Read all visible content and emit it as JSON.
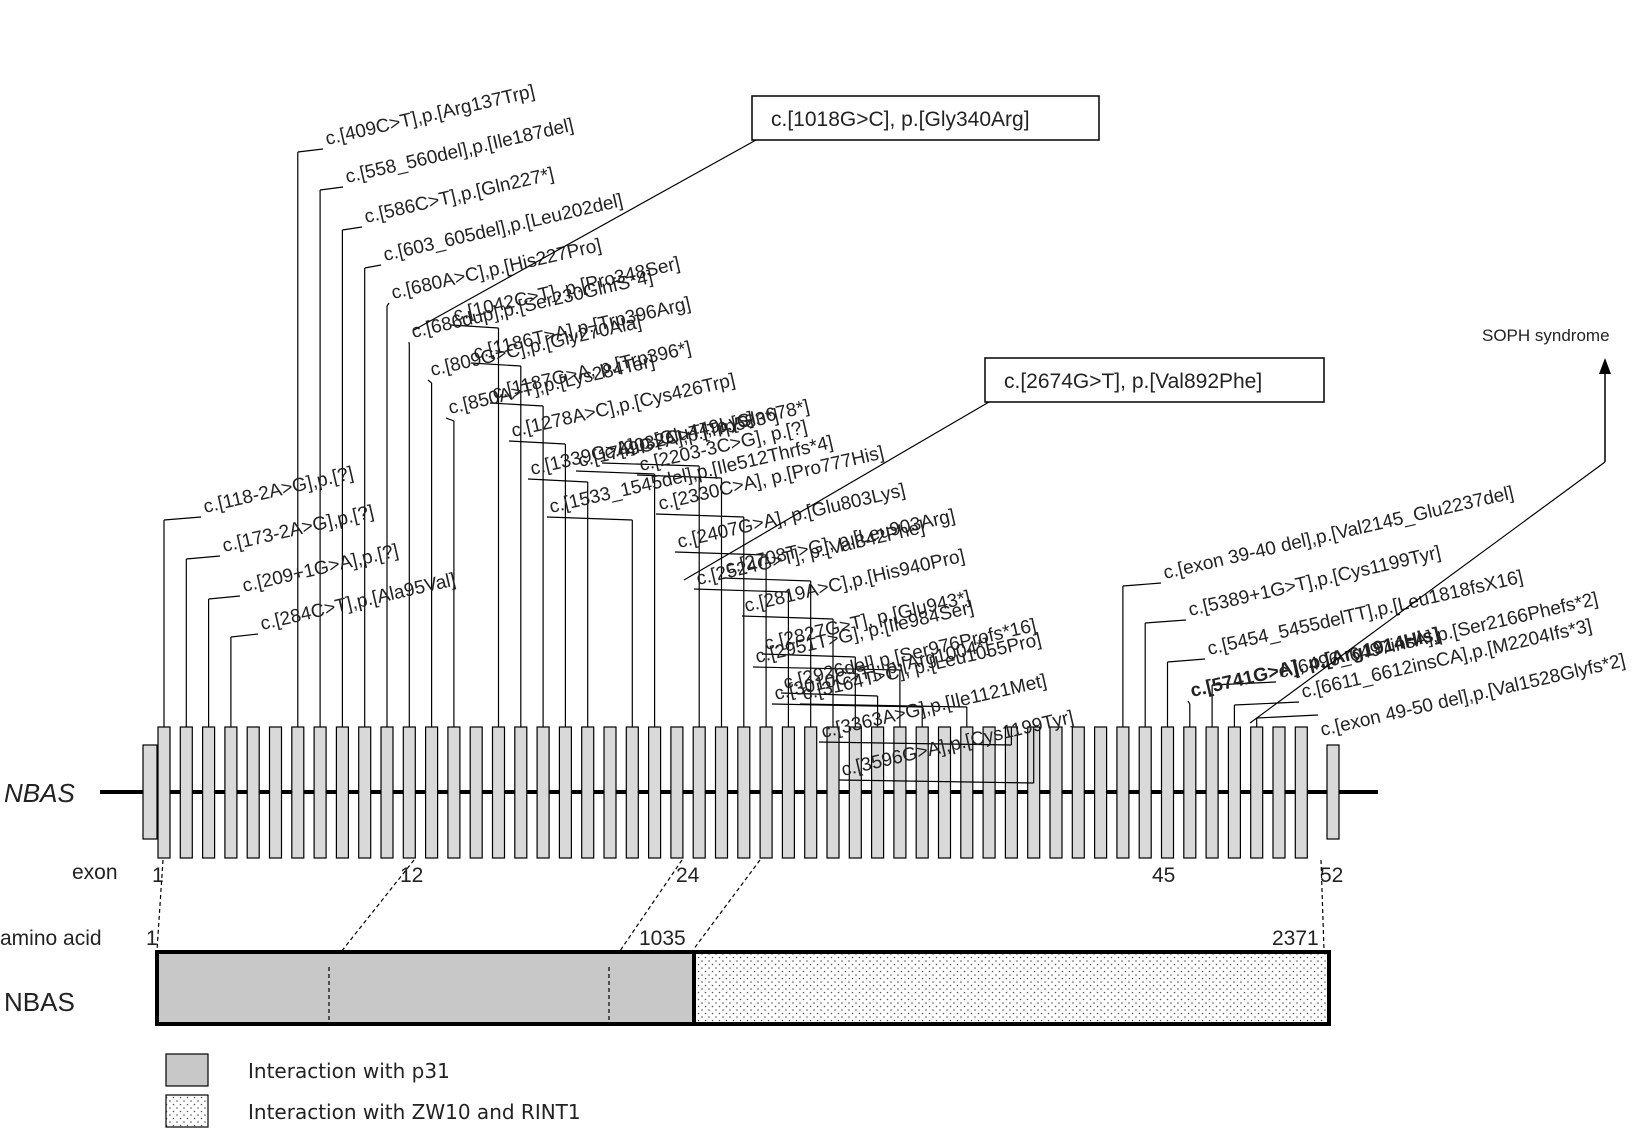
{
  "gene": {
    "name": "NBAS",
    "exon_label": "exon",
    "exon_numbers": [
      "1",
      "12",
      "24",
      "45",
      "52"
    ]
  },
  "protein": {
    "name": "NBAS",
    "aa_label": "amino acid",
    "aa_numbers": [
      "1",
      "1035",
      "2371"
    ]
  },
  "highlighted_variants": [
    "c.[1018G>C], p.[Gly340Arg]",
    "c.[2674G>T], p.[Val892Phe]"
  ],
  "soph": "SOPH syndrome",
  "mutations_left": [
    "c.[118-2A>G],p.[?]",
    "c.[173-2A>G],p.[?]",
    "c.[209+1G>A],p.[?]",
    "c.[284C>T],p.[Ala95Val]",
    "c.[409C>T],p.[Arg137Trp]",
    "c.[558_560del],p.[Ile187del]",
    "c.[586C>T],p.[Gln227*]",
    "c.[603_605del],p.[Leu202del]",
    "c.[680A>C],p.[His227Pro]",
    "c.[686dup],p.[Ser230GlnfS*4]",
    "c.[809G>C],p.[Gly270Ala]",
    "c.[850A>T],p.[Lys284Ter]",
    "c.[1042C>T], p.[Pro348Ser]",
    "c.[1186T>A],p.[Trp396Arg]",
    "c.[1187G>A, p.[Trp396*]",
    "c.[1278A>C],p.[Cys426Trp]",
    "c.[1339G>A],p.[Glu449Lys]",
    "c.[1533_1545del],p.[Ile512Thrfs*4]",
    "c.[1749G>A],p.[Trp583*]",
    "c.[2032C>T], p.[Gln678*]",
    "c.[2203-3C>G], p.[?]",
    "c.[2330C>A], p.[Pro777His]",
    "c.[2407G>A], p.[Glu803Lys]",
    "c.[2524G>T], p.[Val842Phe]",
    "c.[2708T>G], p.[Leu903Arg]",
    "c.[2819A>C],p.[His940Pro]",
    "c.[2827G>T], p.[Glu943*]",
    "c.[2926del],p.[Ser976Profs*16]",
    "c.[2951T>G], p.[Ile984Ser]",
    "c.[3010C>T], p.[Arg1004*]",
    "c.[3164T>C], p.[Leu1055Pro]",
    "c.[3363A>G],p.[Ile1121Met]",
    "c.[3596G>A],p.[Cys1199Tyr]"
  ],
  "mutations_right": [
    "c.[exon 39-40 del],p.[Val2145_Glu2237del]",
    "c.[5389+1G>T],p.[Cys1199Tyr]",
    "c.[5454_5455delTT],p.[Leu1818fsX16]",
    "c.[5741G>A], p.[Arg1914His]",
    "c.[6496_6497insA],p.[Ser2166Phefs*2]",
    "c.[6611_6612insCA],p.[M2204Ifs*3]",
    "c.[exon 49-50 del],p.[Val1528Glyfs*2]"
  ],
  "legend": [
    {
      "label": "Interaction with p31",
      "fill": "#c8c8c8",
      "pattern": "solid"
    },
    {
      "label": "Interaction with ZW10 and RINT1",
      "fill": "#ffffff",
      "pattern": "dots"
    }
  ],
  "colors": {
    "exon_fill": "#d9d9d9",
    "domain_p31": "#c8c8c8",
    "line": "#000000"
  }
}
